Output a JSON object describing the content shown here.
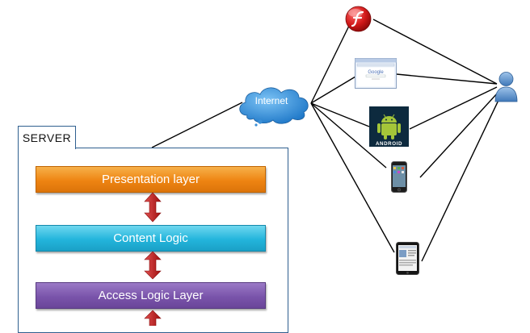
{
  "server": {
    "label": "SERVER"
  },
  "layers": [
    {
      "label": "Presentation layer",
      "color": "#ee8412"
    },
    {
      "label": "Content Logic",
      "color": "#23b5dc"
    },
    {
      "label": "Access Logic Layer",
      "color": "#7a54ab"
    }
  ],
  "internet": {
    "label": "Internet",
    "color": "#2f8fdc"
  },
  "browser": {
    "logo_text": "Google"
  },
  "android": {
    "label": "ANDROID",
    "color": "#a4c639"
  },
  "icons": [
    "flash-icon",
    "browser-icon",
    "android-icon",
    "iphone-icon",
    "ipad-icon",
    "user-icon"
  ]
}
